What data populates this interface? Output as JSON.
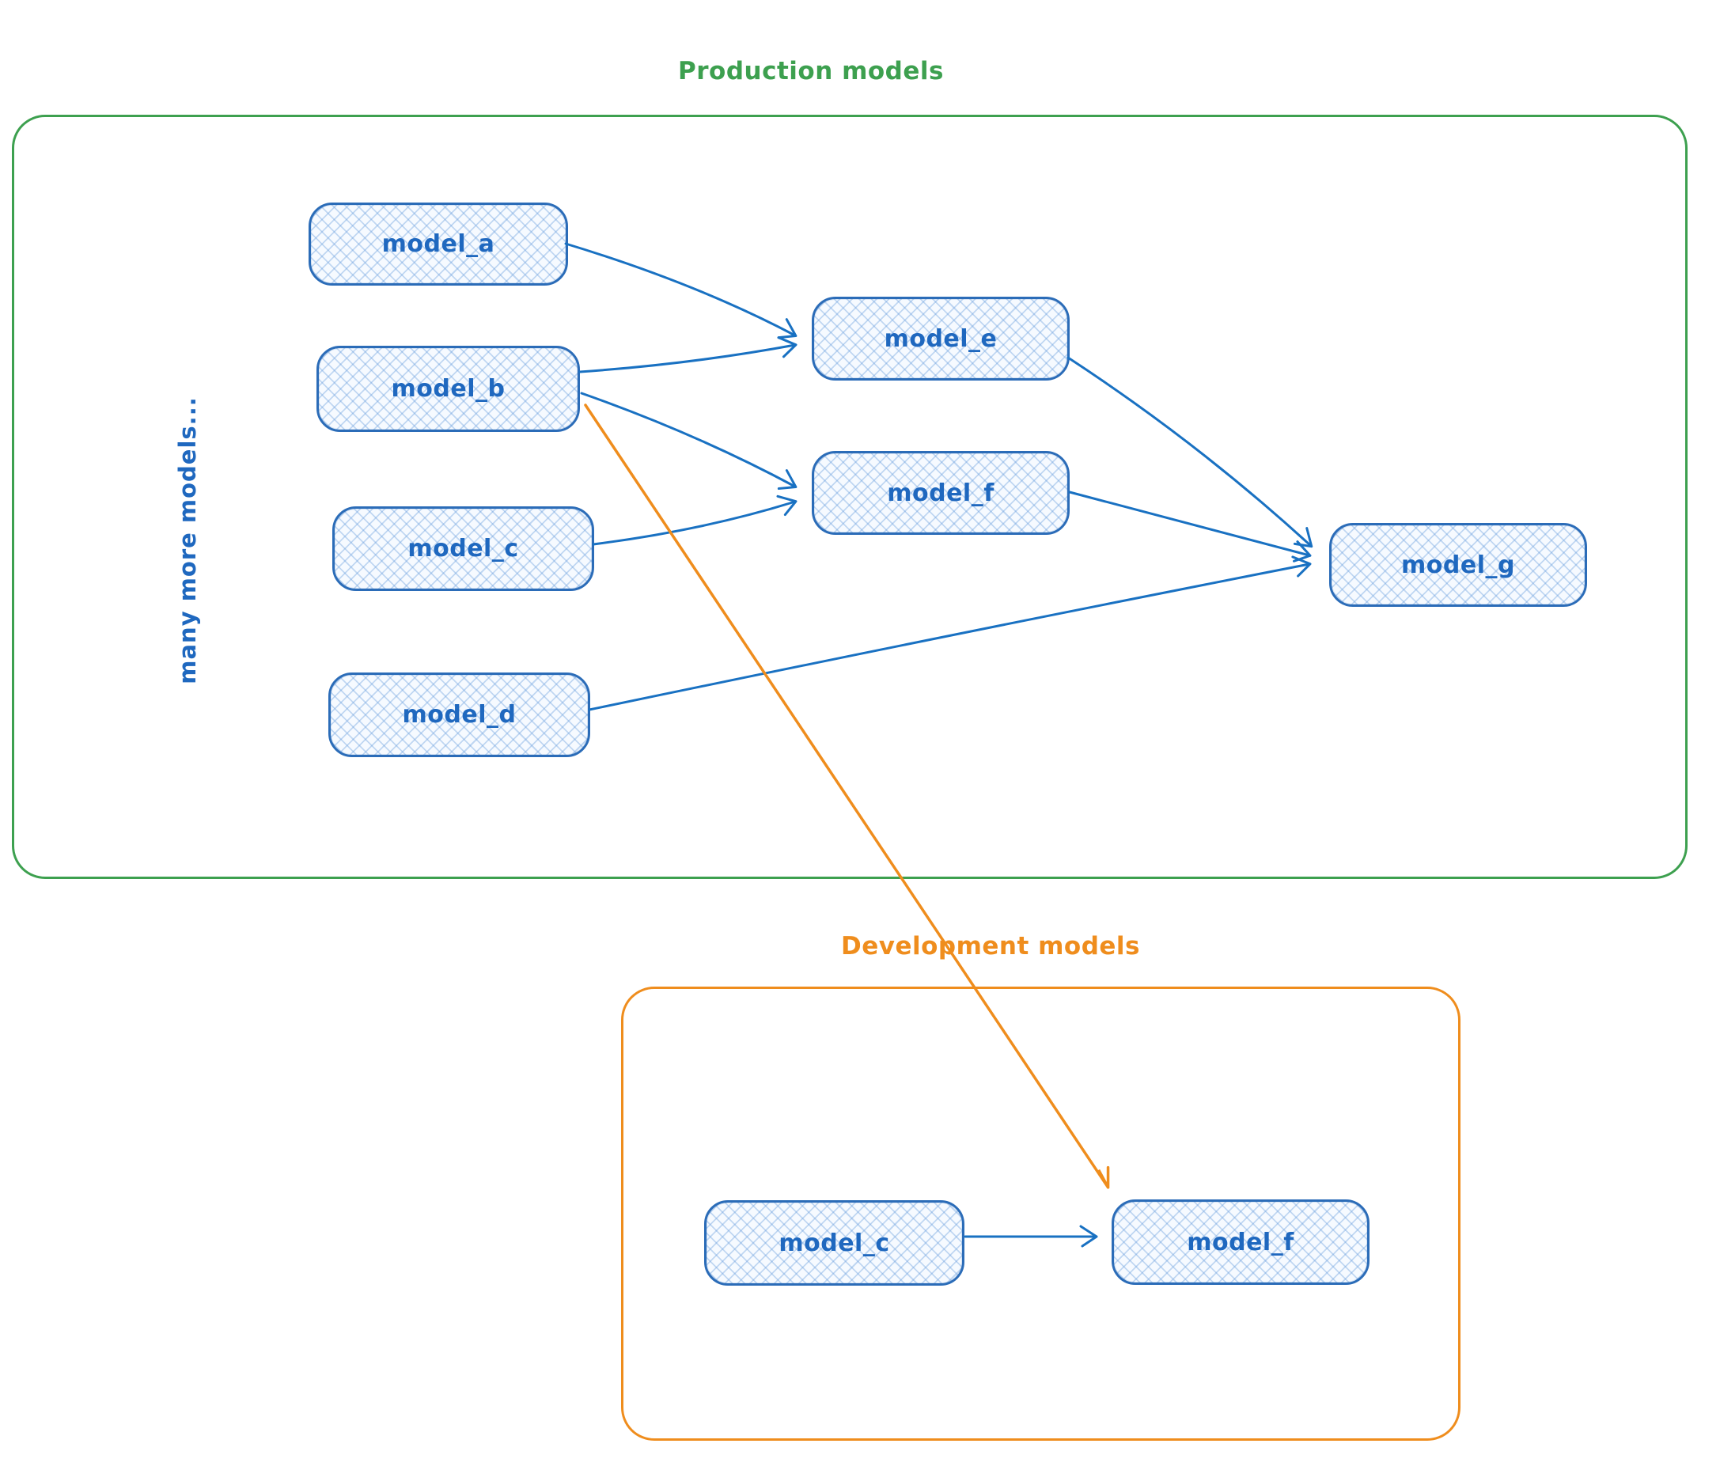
{
  "diagram": {
    "production": {
      "title": "Production models",
      "side_label": "many more models...",
      "nodes": [
        {
          "id": "model_a",
          "label": "model_a"
        },
        {
          "id": "model_b",
          "label": "model_b"
        },
        {
          "id": "model_c",
          "label": "model_c"
        },
        {
          "id": "model_d",
          "label": "model_d"
        },
        {
          "id": "model_e",
          "label": "model_e"
        },
        {
          "id": "model_f",
          "label": "model_f"
        },
        {
          "id": "model_g",
          "label": "model_g"
        }
      ]
    },
    "development": {
      "title": "Development models",
      "nodes": [
        {
          "id": "model_c",
          "label": "model_c"
        },
        {
          "id": "model_f",
          "label": "model_f"
        }
      ]
    },
    "edges": [
      {
        "from": "model_a",
        "to": "model_e",
        "container": "production",
        "color": "blue"
      },
      {
        "from": "model_b",
        "to": "model_e",
        "container": "production",
        "color": "blue"
      },
      {
        "from": "model_b",
        "to": "model_f",
        "container": "production",
        "color": "blue"
      },
      {
        "from": "model_c",
        "to": "model_f",
        "container": "production",
        "color": "blue"
      },
      {
        "from": "model_e",
        "to": "model_g",
        "container": "production",
        "color": "blue"
      },
      {
        "from": "model_f",
        "to": "model_g",
        "container": "production",
        "color": "blue"
      },
      {
        "from": "model_d",
        "to": "model_g",
        "container": "production",
        "color": "blue"
      },
      {
        "from": "model_c",
        "to": "model_f",
        "container": "development",
        "color": "blue"
      },
      {
        "from": "model_b (production)",
        "to": "model_f (development)",
        "container": "cross",
        "color": "orange"
      }
    ],
    "colors": {
      "blue_stroke": "#1971c2",
      "blue_text": "#1f68bf",
      "node_fill": "#f6faff",
      "green": "#3da04f",
      "orange": "#ef8d1d"
    }
  }
}
